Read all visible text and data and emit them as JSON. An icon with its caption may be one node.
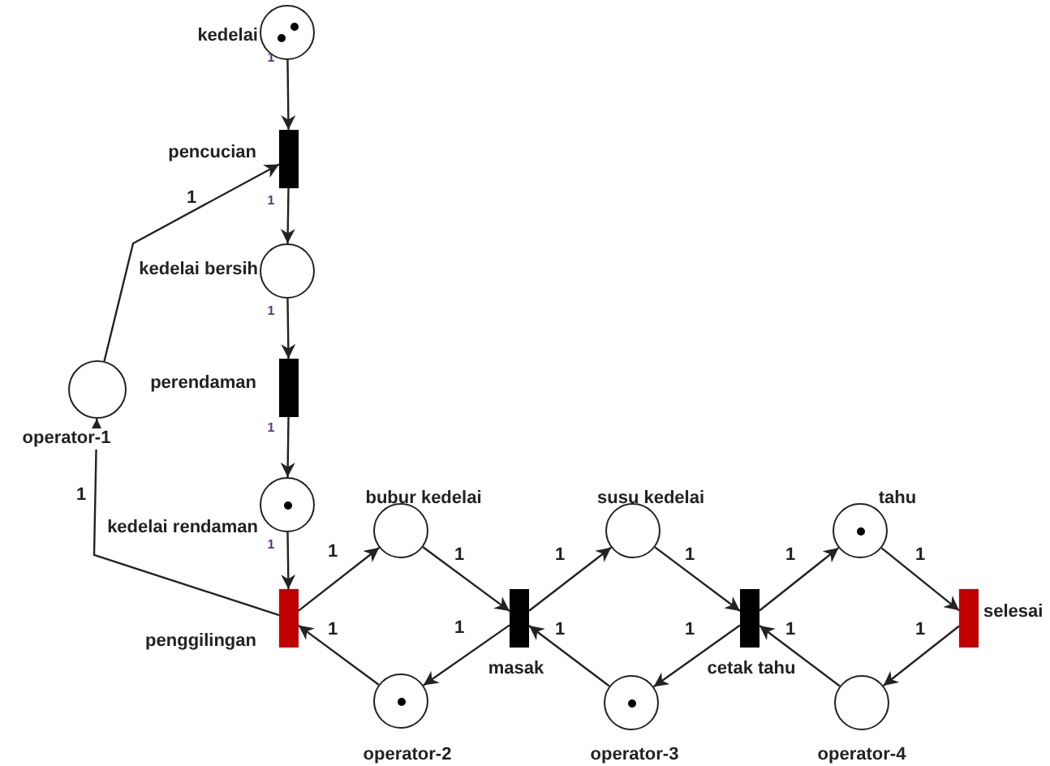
{
  "diagram": {
    "nodes": [
      {
        "text": [
          "kedelai"
        ]
      },
      {
        "text": [
          "pencucian"
        ]
      },
      {
        "text": [
          "kedelai bersih"
        ]
      },
      {
        "text": [
          "perendaman"
        ]
      },
      {
        "text": [
          "operator-1"
        ]
      },
      {
        "text": [
          "kedelai rendaman"
        ]
      },
      {
        "text": [
          "bubur kedelai"
        ]
      },
      {
        "text": [
          "susu kedelai"
        ]
      },
      {
        "text": [
          "tahu"
        ]
      },
      {
        "text": [
          "penggilingan"
        ]
      },
      {
        "text": [
          "masak"
        ]
      },
      {
        "text": [
          "cetak tahu"
        ]
      },
      {
        "text": [
          "selesai"
        ]
      },
      {
        "text": [
          "operator-2"
        ]
      },
      {
        "text": [
          "operator-3"
        ]
      },
      {
        "text": [
          "operator-4"
        ]
      }
    ],
    "edges": [
      {
        "from": 0,
        "to": 1,
        "arrow": "to",
        "label": "1"
      },
      {
        "from": 1,
        "to": 2,
        "arrow": "to",
        "label": "1"
      },
      {
        "from": 2,
        "to": 3,
        "arrow": "to",
        "label": "1"
      },
      {
        "from": 3,
        "to": 5,
        "arrow": "to",
        "label": "1"
      },
      {
        "from": 4,
        "to": 1,
        "arrow": "to",
        "label": "1"
      },
      {
        "from": 5,
        "to": 9,
        "arrow": "to",
        "label": "1"
      },
      {
        "from": 9,
        "to": 4,
        "arrow": "to",
        "label": "1"
      },
      {
        "from": 9,
        "to": 6,
        "arrow": "to",
        "label": "1"
      },
      {
        "from": 13,
        "to": 9,
        "arrow": "to",
        "label": "1"
      },
      {
        "from": 6,
        "to": 10,
        "arrow": "to",
        "label": "1"
      },
      {
        "from": 10,
        "to": 13,
        "arrow": "to",
        "label": "1"
      },
      {
        "from": 10,
        "to": 7,
        "arrow": "to",
        "label": "1"
      },
      {
        "from": 14,
        "to": 10,
        "arrow": "to",
        "label": "1"
      },
      {
        "from": 7,
        "to": 11,
        "arrow": "to",
        "label": "1"
      },
      {
        "from": 11,
        "to": 14,
        "arrow": "to",
        "label": "1"
      },
      {
        "from": 11,
        "to": 8,
        "arrow": "to",
        "label": "1"
      },
      {
        "from": 15,
        "to": 11,
        "arrow": "to",
        "label": "1"
      },
      {
        "from": 8,
        "to": 12,
        "arrow": "to",
        "label": "1"
      },
      {
        "from": 12,
        "to": 15,
        "arrow": "to",
        "label": "1"
      }
    ]
  }
}
